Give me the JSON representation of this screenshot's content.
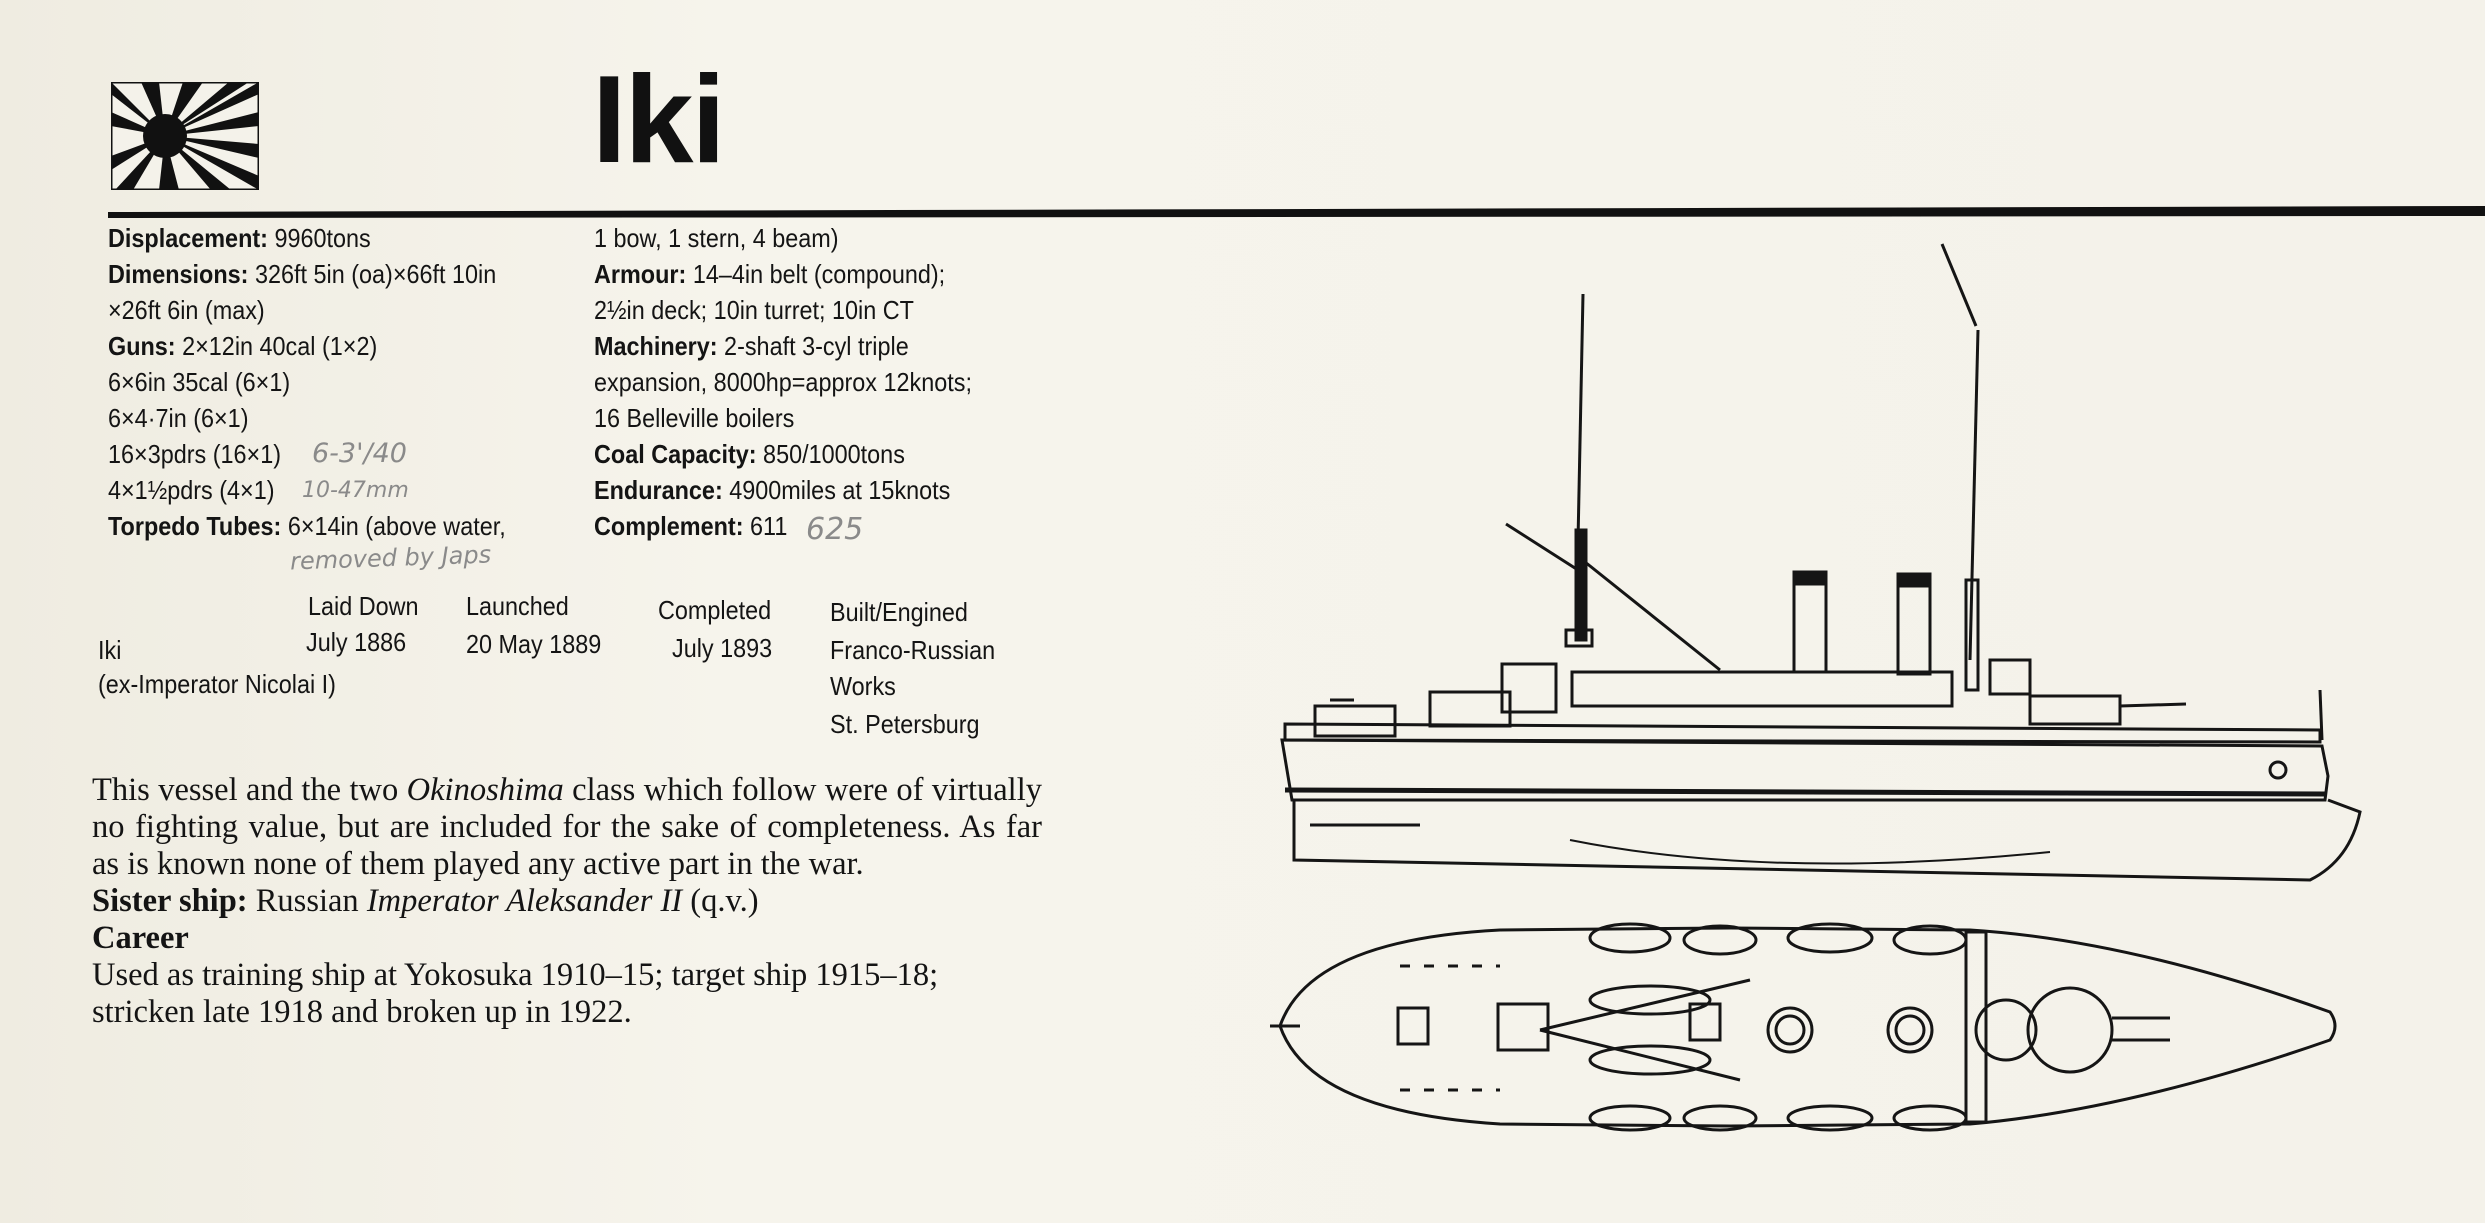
{
  "title": "Iki",
  "specs": {
    "displacement_label": "Displacement",
    "displacement": "9960tons",
    "dimensions_label": "Dimensions",
    "dimensions_1": "326ft 5in (oa)×66ft 10in",
    "dimensions_2": "×26ft 6in (max)",
    "guns_label": "Guns",
    "guns_1": "2×12in 40cal (1×2)",
    "guns_2": "6×6in 35cal (6×1)",
    "guns_3": "6×4·7in (6×1)",
    "guns_4": "16×3pdrs (16×1)",
    "guns_5": "4×1½pdrs (4×1)",
    "torpedo_label": "Torpedo Tubes",
    "torpedo_1": "6×14in (above water,",
    "torpedo_2": "1 bow, 1 stern, 4 beam)",
    "armour_label": "Armour",
    "armour_1": "14–4in belt (compound);",
    "armour_2": "2½in deck; 10in turret; 10in CT",
    "machinery_label": "Machinery",
    "machinery_1": "2-shaft 3-cyl triple",
    "machinery_2": "expansion, 8000hp=approx 12knots;",
    "machinery_3": "16 Belleville boilers",
    "coal_label": "Coal Capacity",
    "coal": "850/1000tons",
    "endurance_label": "Endurance",
    "endurance": "4900miles at 15knots",
    "complement_label": "Complement",
    "complement": "611"
  },
  "handwritten": {
    "note_guns_1": "6-3'/40",
    "note_guns_2": "10-47mm",
    "note_torpedo": "removed by Japs",
    "note_complement": "625"
  },
  "build_table": {
    "headers": [
      "Laid Down",
      "Launched",
      "Completed",
      "Built/Engined"
    ],
    "ship_name": "Iki",
    "ship_former": "(ex-Imperator Nicolai I)",
    "laid_down": "July 1886",
    "launched": "20 May 1889",
    "completed": "July 1893",
    "builder_1": "Franco-Russian",
    "builder_2": "Works",
    "builder_3": "St. Petersburg"
  },
  "prose": {
    "p1_a": "This vessel and the two ",
    "p1_italic": "Okinoshima",
    "p1_b": " class which follow were of virtually no fighting value, but are included for the sake of completeness. As far as is known none of them played any active part in the war.",
    "sister_label": "Sister ship",
    "sister_a": "Russian ",
    "sister_italic": "Imperator Aleksander II",
    "sister_b": " (q.v.)",
    "career_label": "Career",
    "career_text": "Used as training ship at Yokosuka 1910–15; target ship 1915–18; stricken late 1918 and broken up in 1922."
  }
}
